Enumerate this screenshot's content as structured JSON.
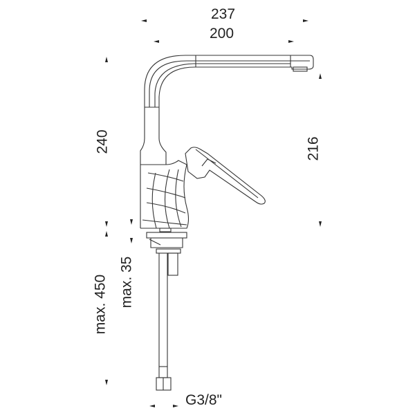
{
  "dimensions": {
    "overall_width": "237",
    "spout_reach": "200",
    "overall_height": "240",
    "spout_height": "216",
    "hose_length": "max. 450",
    "deck_thickness": "max. 35",
    "thread": "G3/8\""
  },
  "colors": {
    "line": "#333333",
    "text": "#222222"
  }
}
